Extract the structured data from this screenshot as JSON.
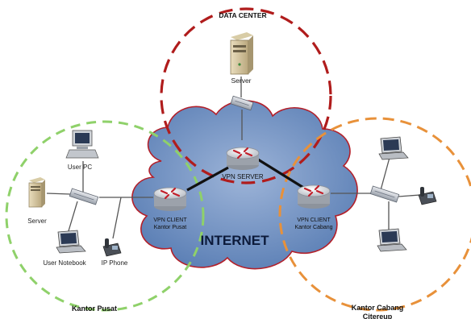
{
  "zones": {
    "data_center": "DATA CENTER",
    "kantor_pusat": "Kantor Pusat",
    "kantor_cabang_line1": "Kantor Cabang",
    "kantor_cabang_line2": "Citereup"
  },
  "cloud_label": "INTERNET",
  "devices": {
    "dc_server": "Server",
    "vpn_server": "VPN SERVER",
    "vpn_client_pusat_line1": "VPN CLIENT",
    "vpn_client_pusat_line2": "Kantor Pusat",
    "vpn_client_cabang_line1": "VPN CLIENT",
    "vpn_client_cabang_line2": "Kantor Cabang",
    "user_pc": "User PC",
    "pusat_server": "Server",
    "user_notebook": "User Notebook",
    "ip_phone": "IP Phone"
  },
  "colors": {
    "data_center_ring": "#b01c1c",
    "kantor_pusat_ring": "#8fd16a",
    "kantor_cabang_ring": "#e8913a",
    "cloud_fill": "#6f8fbf",
    "cloud_stroke": "#b3202a"
  }
}
